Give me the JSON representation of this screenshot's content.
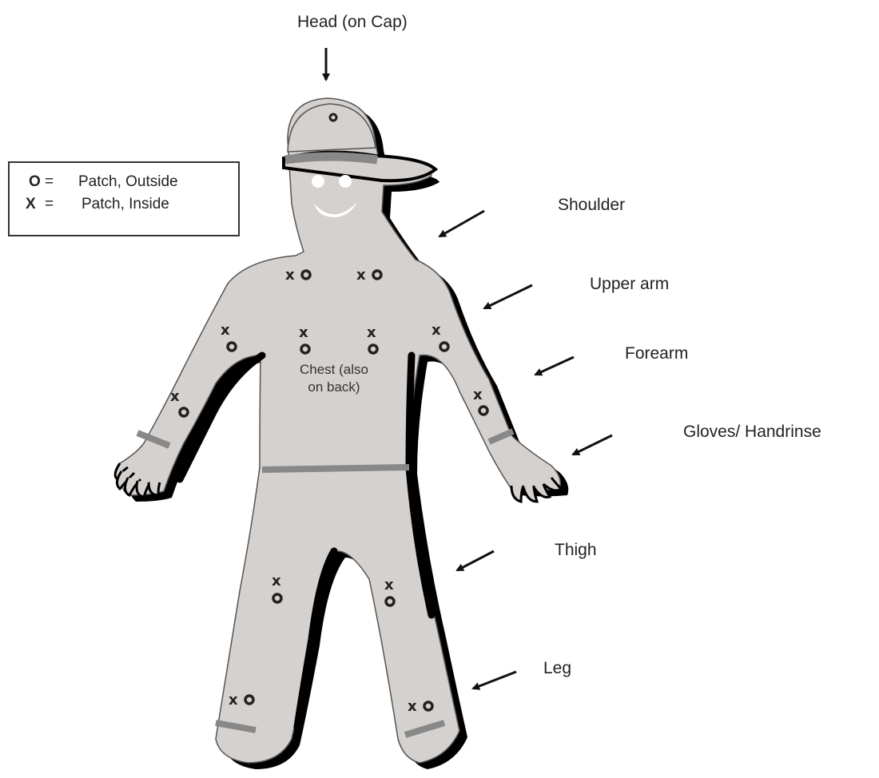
{
  "labels": {
    "head": "Head (on Cap)",
    "shoulder": "Shoulder",
    "upper_arm": "Upper arm",
    "forearm": "Forearm",
    "gloves": "Gloves/ Handrinse",
    "thigh": "Thigh",
    "leg": "Leg",
    "chest_line1": "Chest (also",
    "chest_line2": "on back)"
  },
  "legend": {
    "outside_symbol": "O",
    "outside_eq": "=",
    "outside_text": "Patch, Outside",
    "inside_symbol": "X",
    "inside_eq": "=",
    "inside_text": "Patch, Inside"
  },
  "colors": {
    "figure_fill": "#d4d1cf",
    "shadow": "#000000",
    "band": "#888888",
    "face": "#ffffff",
    "marker": "#222222"
  },
  "icons": {
    "outside_patch": "circle-o",
    "inside_patch": "x-mark",
    "pointer": "arrow"
  }
}
